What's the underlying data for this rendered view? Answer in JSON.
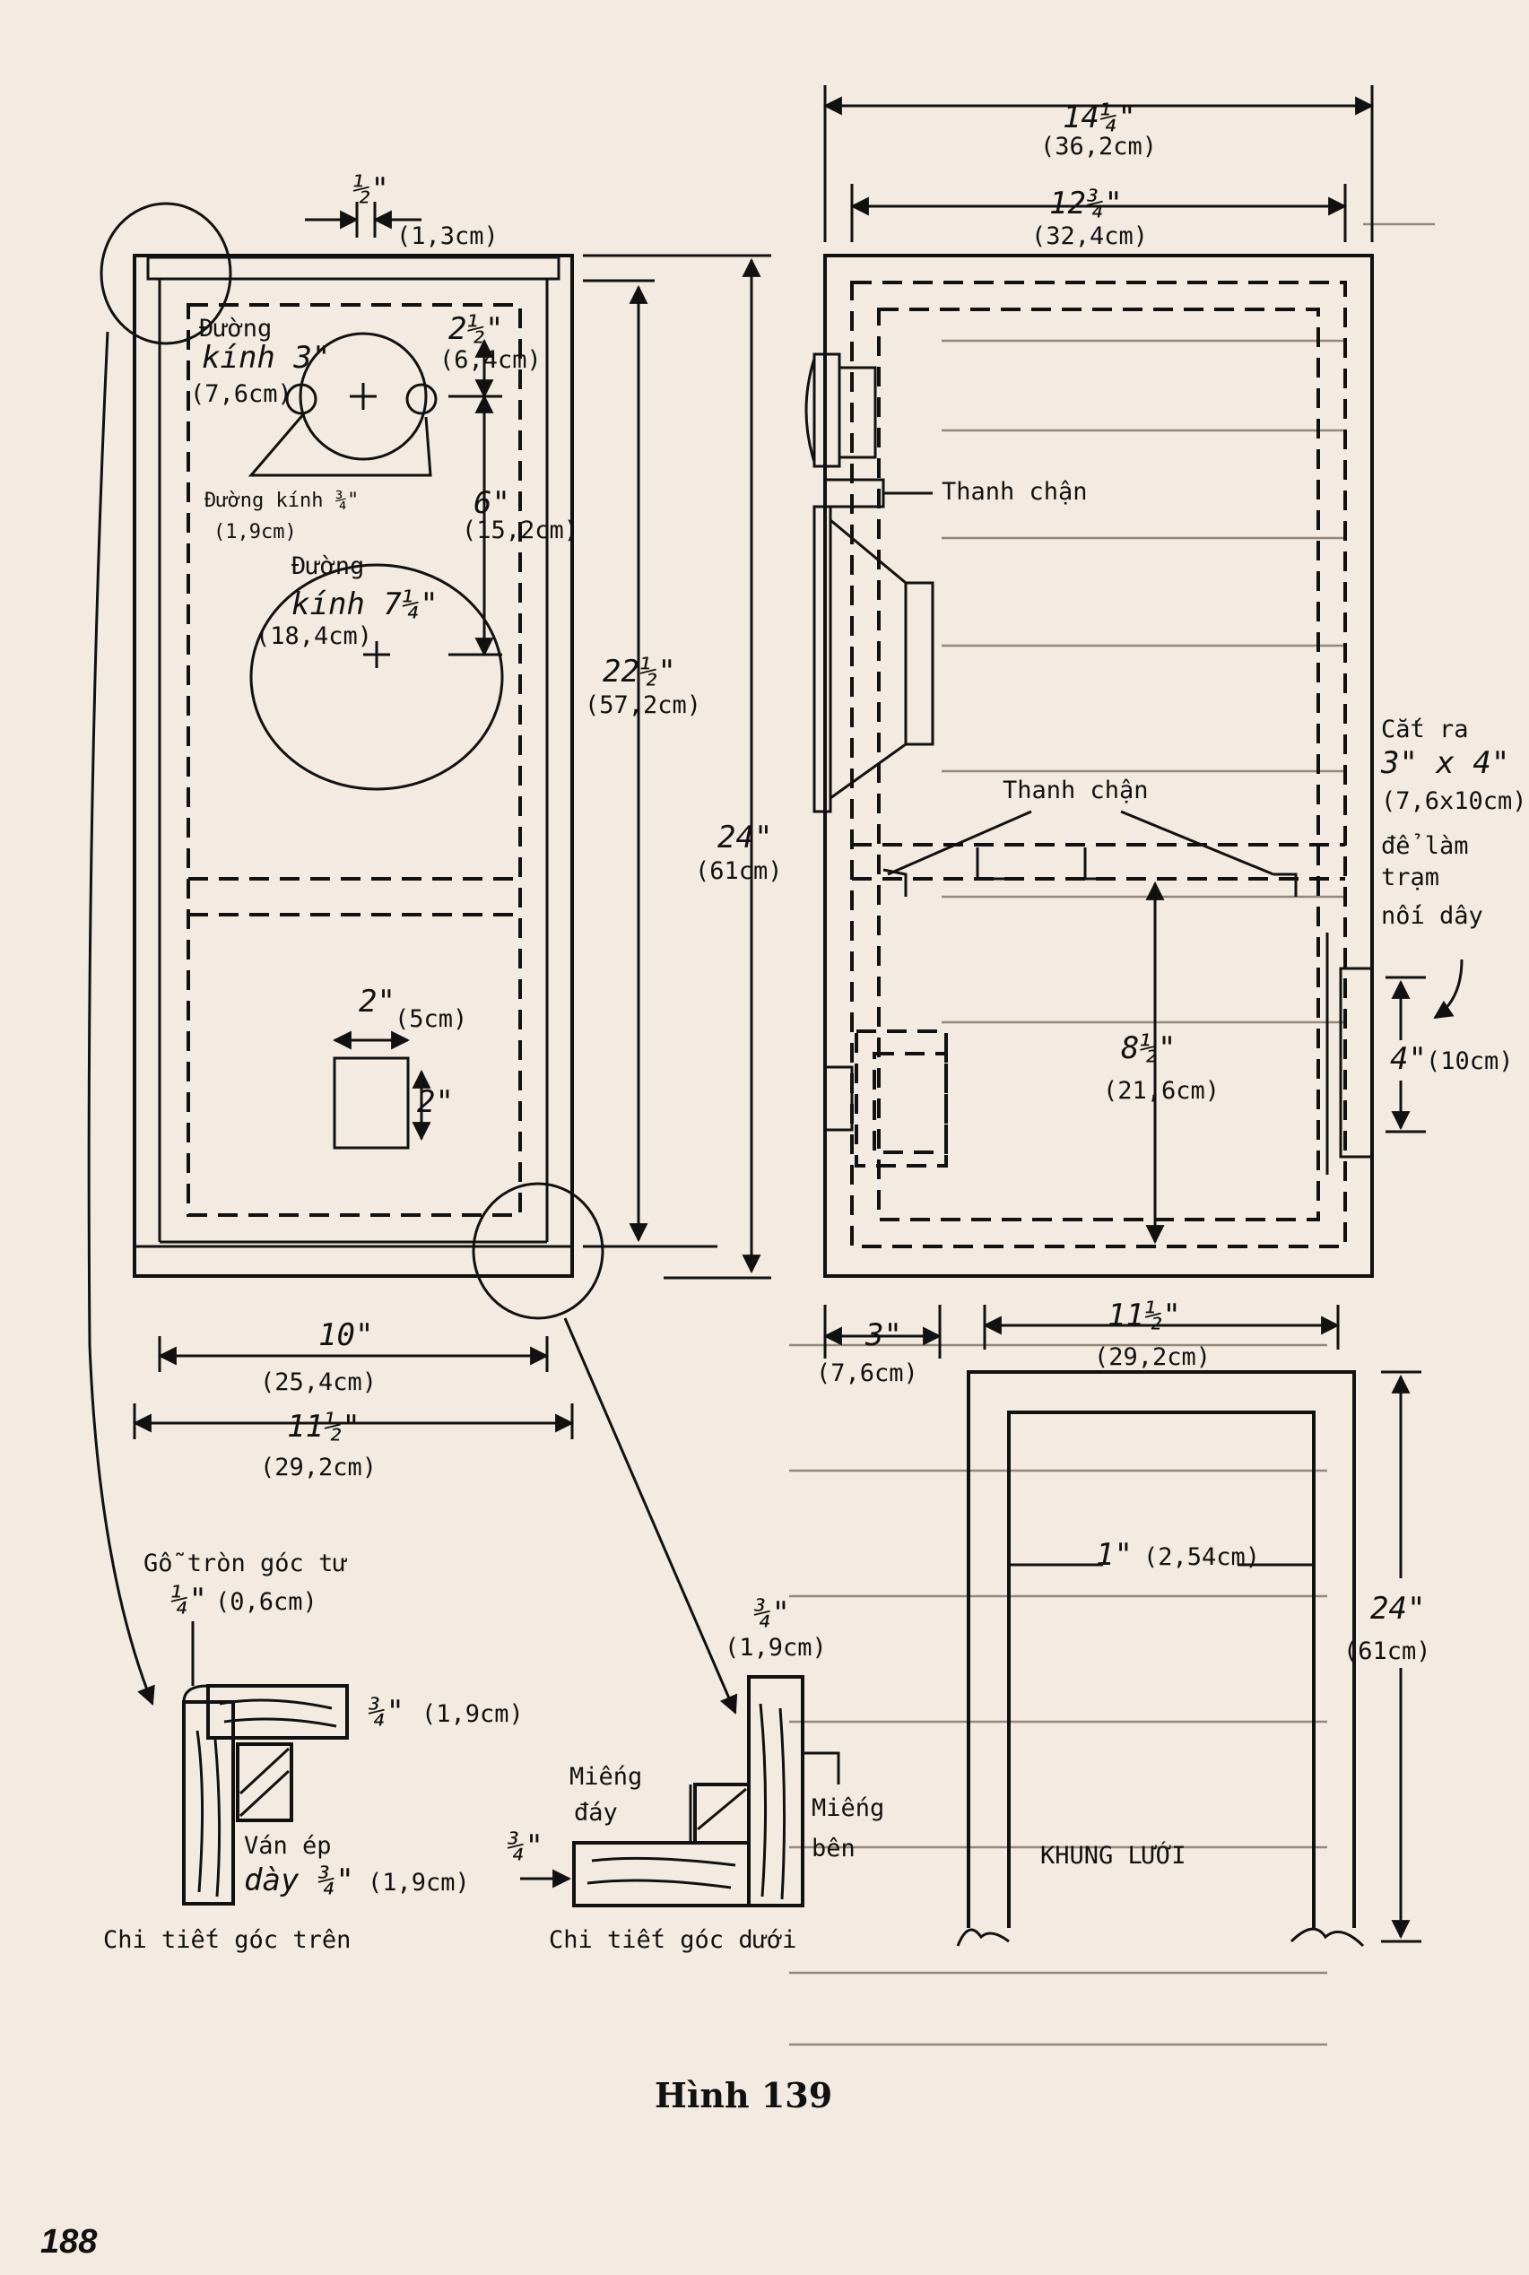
{
  "figure_caption": "Hình 139",
  "page_number": "188",
  "front_view": {
    "dims": {
      "top_gap": "½\"",
      "top_gap_cm": "(1,3cm)",
      "tweeter_offset": "2½\"",
      "tweeter_offset_cm": "(6,4cm)",
      "woofer_offset": "6\"",
      "woofer_offset_cm": "(15,2cm)",
      "inner_height": "22½\"",
      "inner_height_cm": "(57,2cm)",
      "outer_height": "24\"",
      "outer_height_cm": "(61cm)",
      "inner_width": "10\"",
      "inner_width_cm": "(25,4cm)",
      "outer_width": "11½\"",
      "outer_width_cm": "(29,2cm)",
      "port_width": "2\"",
      "port_width_cm": "(5cm)",
      "port_height": "2\""
    },
    "tweeter_label_1": "Đường",
    "tweeter_label_2": "kính 3\"",
    "tweeter_label_cm": "(7,6cm)",
    "hole_label": "Đường kính ¾\"",
    "hole_label_cm": "(1,9cm)",
    "woofer_label_1": "Đường",
    "woofer_label_2": "kính 7¼\"",
    "woofer_label_cm": "(18,4cm)"
  },
  "side_view": {
    "dims": {
      "outer_depth": "14¼\"",
      "outer_depth_cm": "(36,2cm)",
      "inner_depth": "12¾\"",
      "inner_depth_cm": "(32,4cm)",
      "chamber_height": "8½\"",
      "chamber_height_cm": "(21,6cm)",
      "cutout_height": "4\"",
      "cutout_height_cm": "(10cm)",
      "port_depth": "3\"",
      "port_depth_cm": "(7,6cm)"
    },
    "brace_top": "Thanh chận",
    "brace_mid": "Thanh chận",
    "cutout_1": "Cắt ra",
    "cutout_2": "3\" x 4\"",
    "cutout_3": "(7,6x10cm)",
    "cutout_4": "để làm",
    "cutout_5": "trạm",
    "cutout_6": "nối dây"
  },
  "grille_frame": {
    "label": "KHUNG LƯỚI",
    "width": "11½\"",
    "width_cm": "(29,2cm)",
    "height": "24\"",
    "height_cm": "(61cm)",
    "border": "1\"",
    "border_cm": "(2,54cm)"
  },
  "top_corner_detail": {
    "title": "Chi tiết góc trên",
    "rounding_label": "Gỗ tròn góc tư",
    "rounding_value": "¼\"",
    "rounding_value_cm": "(0,6cm)",
    "top_board": "¾\"",
    "top_board_cm": "(1,9cm)",
    "plywood_1": "Ván ép",
    "plywood_2": "dày ¾\"",
    "plywood_cm": "(1,9cm)"
  },
  "bottom_corner_detail": {
    "title": "Chi tiết góc dưới",
    "side_thickness": "¾\"",
    "side_thickness_cm": "(1,9cm)",
    "bottom_piece_1": "Miếng",
    "bottom_piece_2": "đáy",
    "side_piece_1": "Miếng",
    "side_piece_2": "bên",
    "bottom_thickness": "¾\""
  }
}
